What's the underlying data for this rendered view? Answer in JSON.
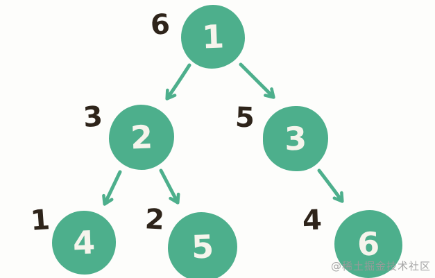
{
  "diagram": {
    "type": "binary-tree",
    "description": "Hand-drawn binary tree; each green node shows its value, the dark number beside it shows the node count of its subtree",
    "nodes": [
      {
        "id": "1",
        "value": "1",
        "count_label": "6"
      },
      {
        "id": "2",
        "value": "2",
        "count_label": "3"
      },
      {
        "id": "3",
        "value": "3",
        "count_label": "5"
      },
      {
        "id": "4",
        "value": "4",
        "count_label": "1"
      },
      {
        "id": "5",
        "value": "5",
        "count_label": "2"
      },
      {
        "id": "6",
        "value": "6",
        "count_label": "4"
      }
    ],
    "edges": [
      {
        "from": "1",
        "to": "2"
      },
      {
        "from": "1",
        "to": "3"
      },
      {
        "from": "2",
        "to": "4"
      },
      {
        "from": "2",
        "to": "5"
      },
      {
        "from": "3",
        "to": "6"
      }
    ]
  },
  "colors": {
    "node_fill": "#4daf8c",
    "node_text": "#f6f4ec",
    "count_label_text": "#2e241a",
    "arrow": "#4daf8c",
    "background": "#fdfdfb",
    "watermark": "#9b9b9b"
  },
  "watermark": {
    "text": "@稀土掘金技术社区"
  }
}
